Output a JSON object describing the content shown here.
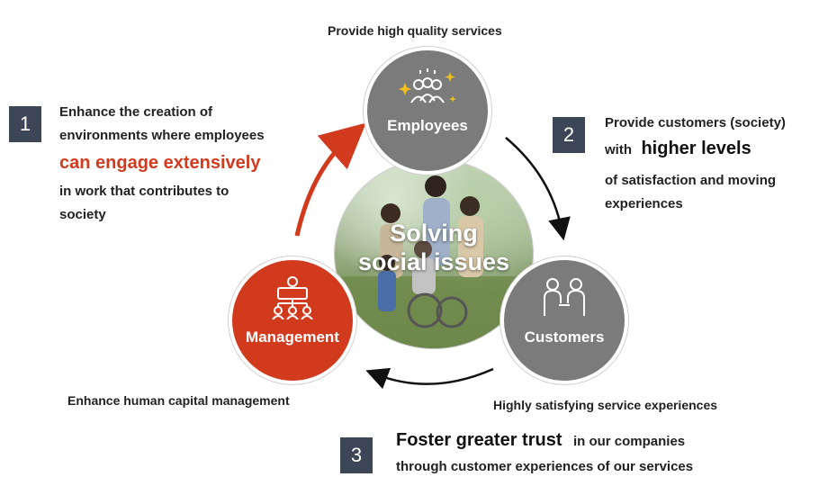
{
  "top_caption": "Provide high quality services",
  "center": {
    "line1": "Solving",
    "line2": "social issues"
  },
  "nodes": {
    "employees": {
      "label": "Employees",
      "color": "#7b7b7b",
      "icon": "people-sparkle-icon"
    },
    "customers": {
      "label": "Customers",
      "color": "#7b7b7b",
      "icon": "handshake-people-icon"
    },
    "management": {
      "label": "Management",
      "color": "#d23a1e",
      "icon": "org-chart-icon"
    }
  },
  "point1": {
    "number": "1",
    "line1": "Enhance the creation of",
    "line2": "environments where employees",
    "emphasis": "can engage extensively",
    "line3": "in work that contributes to",
    "line4": "society"
  },
  "point2": {
    "number": "2",
    "line1": "Provide customers (society)",
    "prefix": "with",
    "emphasis": "higher levels",
    "line2": "of satisfaction and moving",
    "line3": "experiences"
  },
  "point3": {
    "number": "3",
    "emphasis": "Foster greater trust",
    "line1": "in our companies",
    "line2": "through customer experiences of our services"
  },
  "left_caption": "Enhance human capital management",
  "right_caption": "Highly satisfying service experiences",
  "colors": {
    "badge": "#3d4656",
    "accent_red": "#d23a1e",
    "node_grey": "#7b7b7b"
  }
}
